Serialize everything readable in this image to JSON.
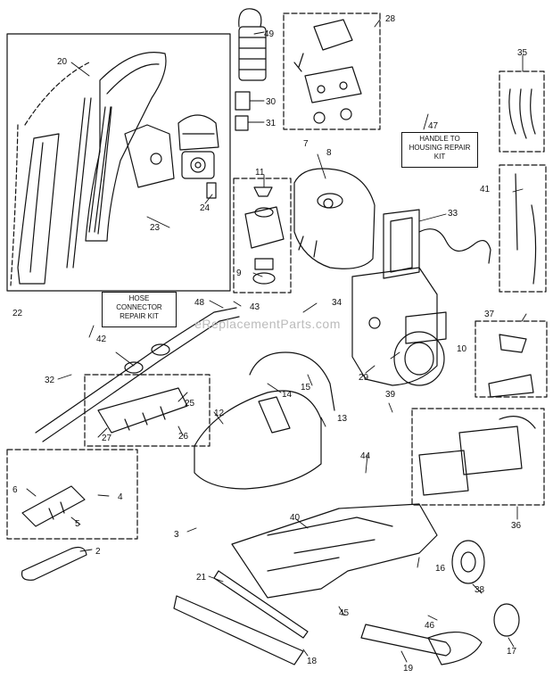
{
  "kits": {
    "handle_to_housing": [
      "HANDLE TO",
      "HOUSING REPAIR",
      "KIT"
    ],
    "hose_connector": [
      "HOSE",
      "CONNECTOR",
      "REPAIR KIT"
    ]
  },
  "watermark": "eReplacementParts.com",
  "callouts": [
    "2",
    "3",
    "4",
    "5",
    "6",
    "7",
    "8",
    "9",
    "10",
    "11",
    "12",
    "13",
    "14",
    "15",
    "16",
    "17",
    "18",
    "19",
    "20",
    "21",
    "22",
    "23",
    "24",
    "25",
    "26",
    "27",
    "28",
    "29",
    "30",
    "31",
    "32",
    "33",
    "34",
    "35",
    "36",
    "37",
    "38",
    "39",
    "40",
    "41",
    "42",
    "43",
    "44",
    "45",
    "46",
    "47",
    "48",
    "49"
  ]
}
